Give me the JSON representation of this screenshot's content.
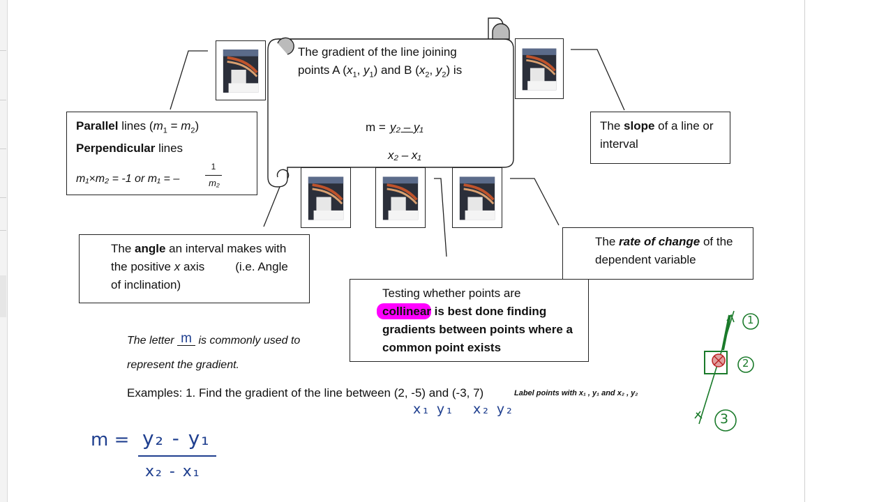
{
  "scroll": {
    "line1": "The gradient of the line joining",
    "line2_pre": "points A (",
    "x1": "x",
    "sub1": "1",
    "comma": ", ",
    "y1": "y",
    "line2_mid": ") and B (",
    "x2": "x",
    "sub2": "2",
    "y2": "y",
    "line2_post": ") is",
    "formula_m": "m = ",
    "formula_num": "y₂ – y₁",
    "formula_den": "x₂ – x₁"
  },
  "box_parallel": {
    "parallel_bold": "Parallel",
    "parallel_rest": " lines (",
    "m1": "m",
    "eq": " = ",
    "m2": "m",
    "close": ")",
    "perp_bold": "Perpendicular",
    "perp_rest": " lines",
    "product": "m₁×m₂ = -1  or  m₁ = –",
    "frac_num": "1",
    "frac_den": "m₂"
  },
  "box_slope": {
    "pre": "The ",
    "bold": "slope",
    "post": " of a line or",
    "line2": "interval"
  },
  "box_angle": {
    "pre": "The ",
    "bold": "angle",
    "post": " an interval makes with",
    "line2_pre": "the positive ",
    "line2_x": "x",
    "line2_post": " axis",
    "line2_ie": "(i.e. Angle",
    "line3": "of inclination)"
  },
  "box_rate": {
    "pre": "The ",
    "bold": "rate of change",
    "post": " of the",
    "line2": "dependent variable"
  },
  "box_collinear": {
    "line1": "Testing whether points are",
    "highlight": "collinear",
    "line2_rest": " is best done finding",
    "line3": "gradients between points where a",
    "line4": "common point exists"
  },
  "note": {
    "pre": "The letter ",
    "handwritten_m": "m",
    "post": " is commonly used to",
    "line2": "represent the gradient."
  },
  "examples": {
    "text": "Examples: 1. Find the gradient of the line between (2, -5) and (-3, 7)",
    "label_note": "Label points with x₁ , y₁ and  x₂ , y₂"
  },
  "handwriting": {
    "labels_x1y1": "x₁ y₁",
    "labels_x2y2": "x₂ y₂",
    "m_eq": "m =",
    "numerator": "y₂ - y₁",
    "denominator": "x₂ - x₁",
    "circle1": "1",
    "circle2": "2",
    "circle3": "3"
  },
  "colors": {
    "highlight": "#ff00ff",
    "ink_blue": "#1f3f8f",
    "ink_green": "#1a7a2a"
  }
}
